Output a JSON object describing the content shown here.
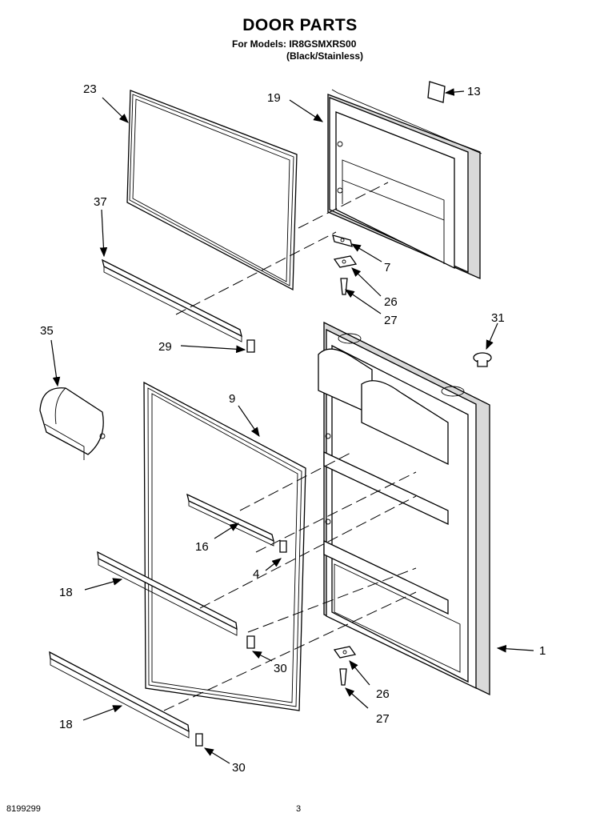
{
  "header": {
    "title": "DOOR PARTS",
    "models": "For Models: IR8GSMXRS00",
    "variant": "(Black/Stainless)"
  },
  "footer": {
    "doc_number": "8199299",
    "page": "3"
  },
  "callouts": [
    "23",
    "19",
    "13",
    "37",
    "7",
    "26",
    "27",
    "31",
    "35",
    "29",
    "9",
    "16",
    "4",
    "18",
    "1",
    "30",
    "26",
    "27",
    "18",
    "30"
  ]
}
